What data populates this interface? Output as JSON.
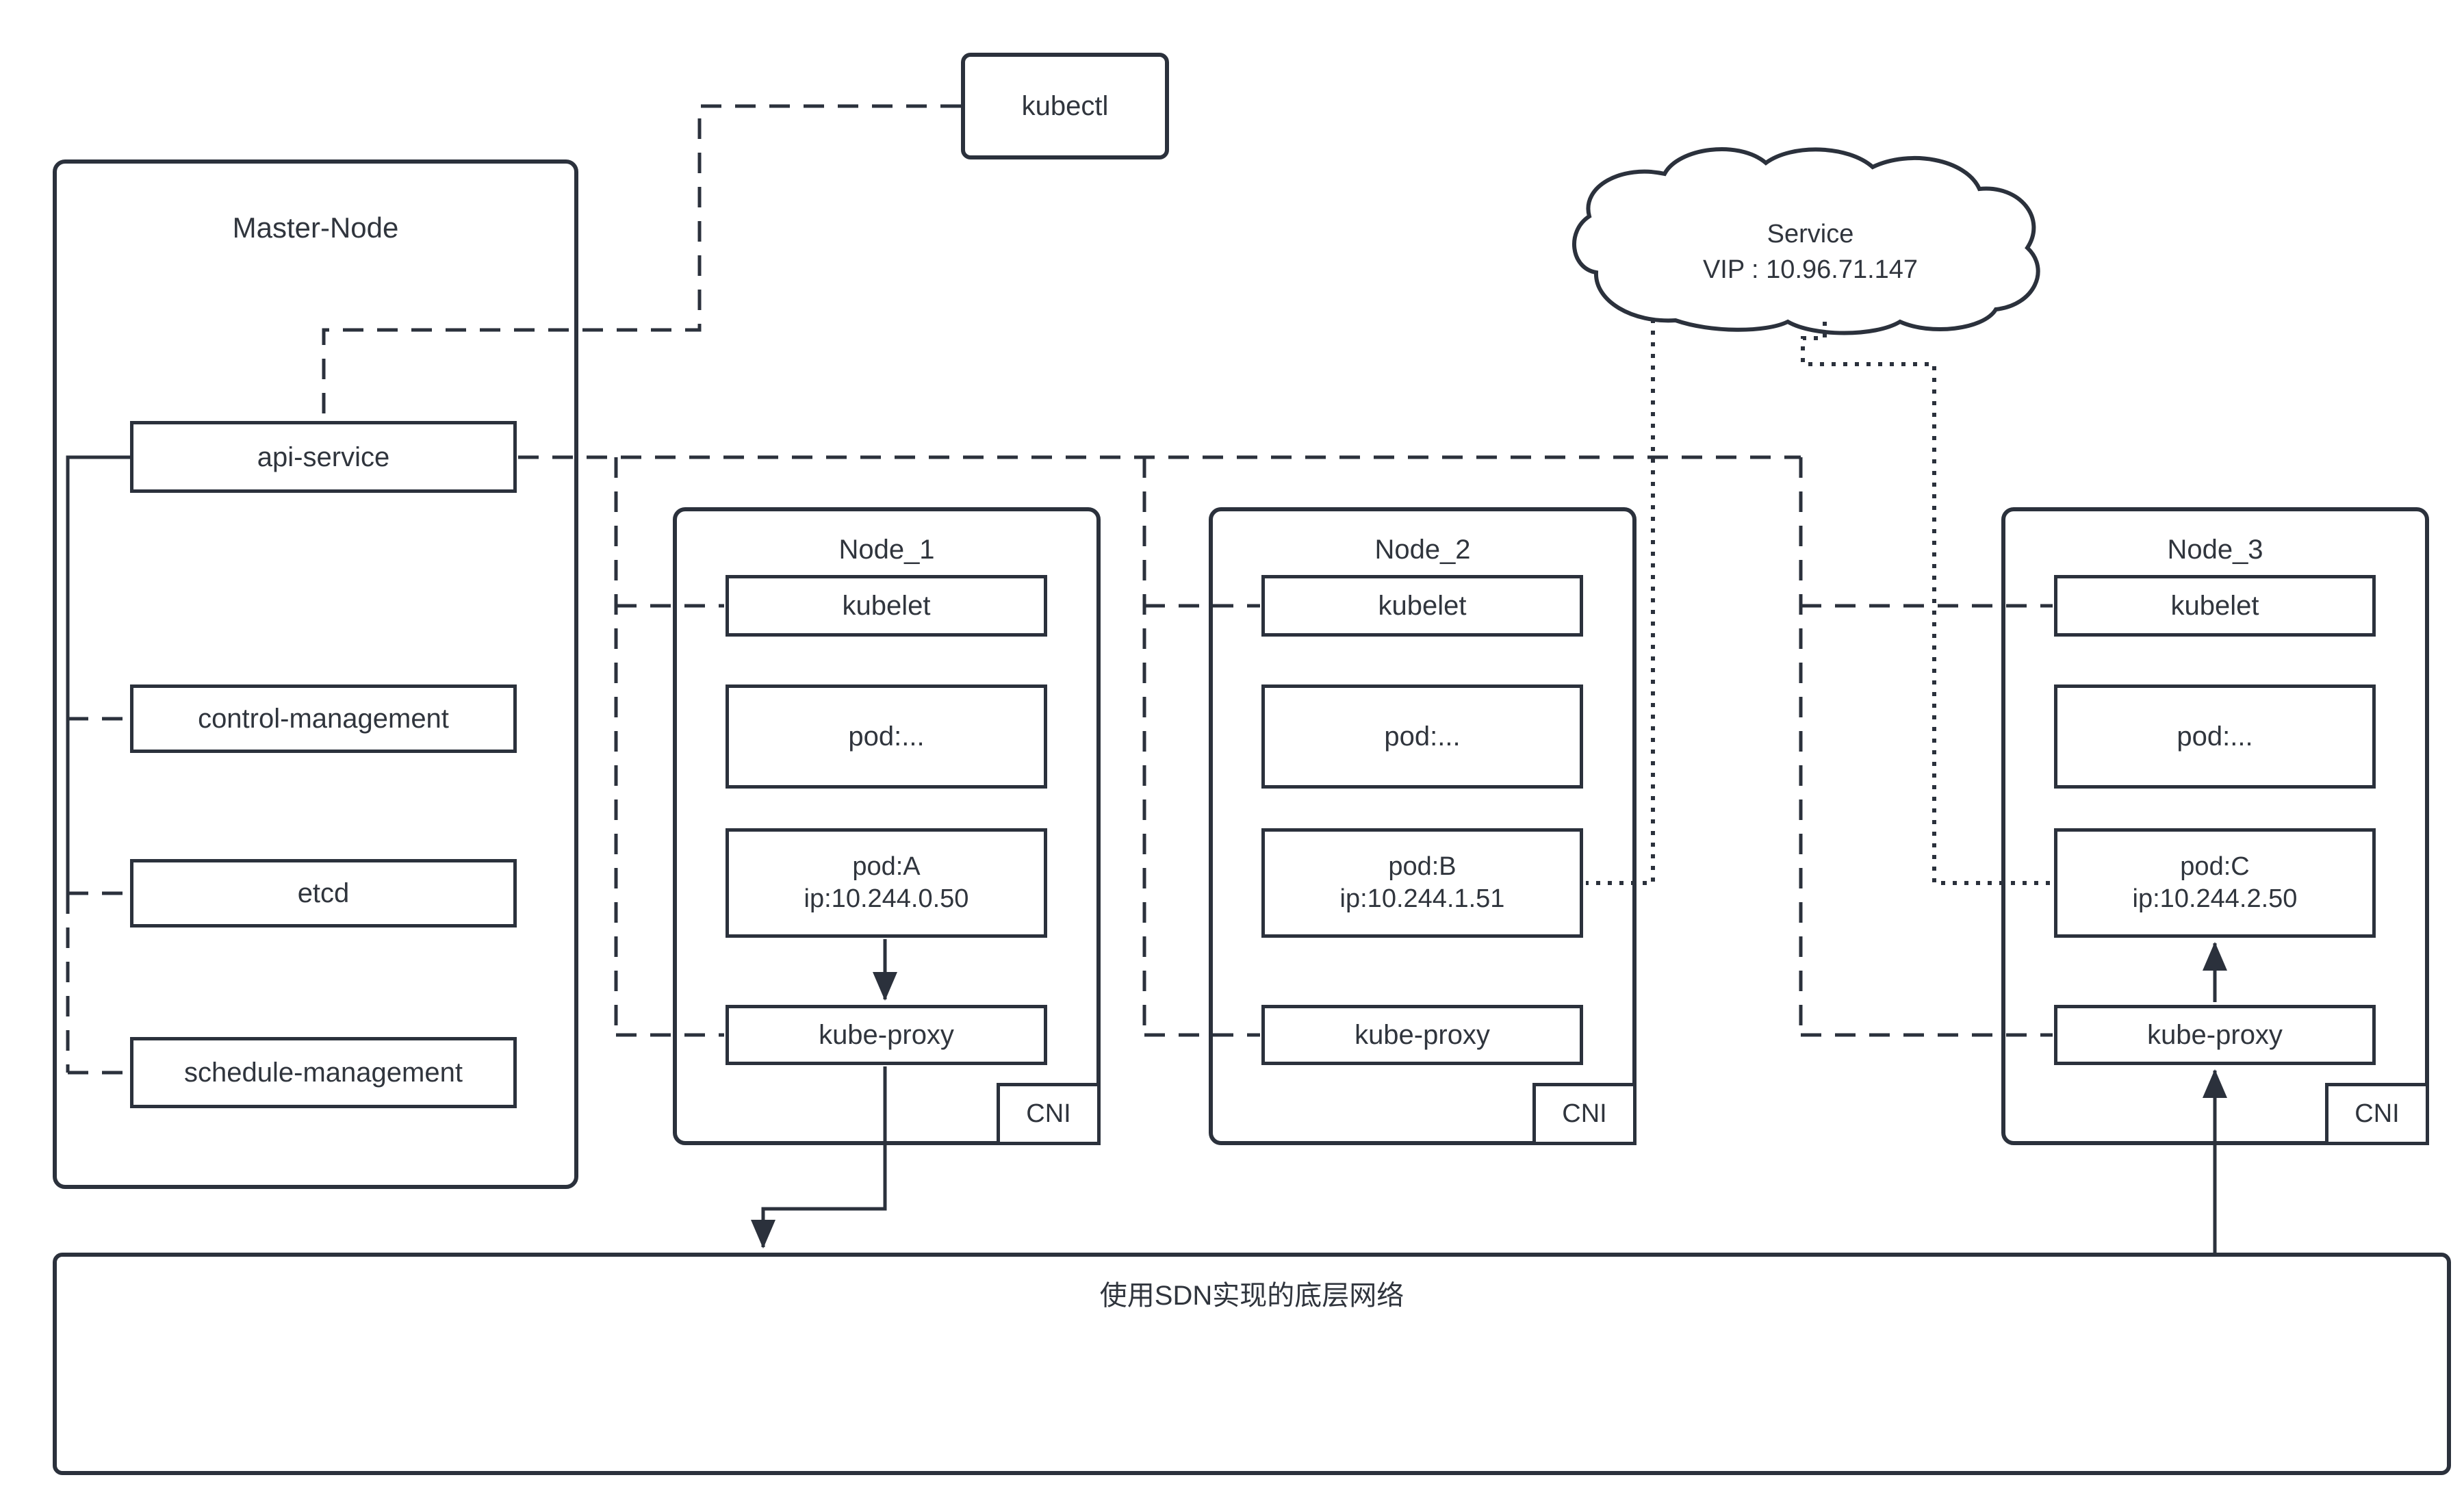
{
  "master": {
    "title": "Master-Node",
    "components": [
      "api-service",
      "control-management",
      "etcd",
      "schedule-management"
    ]
  },
  "kubectl": {
    "label": "kubectl"
  },
  "service": {
    "title": "Service",
    "vip": "VIP : 10.96.71.147"
  },
  "nodes": [
    {
      "title": "Node_1",
      "kubelet": "kubelet",
      "pod_placeholder": "pod:...",
      "pod_label": "pod:A",
      "pod_ip": "ip:10.244.0.50",
      "kube_proxy": "kube-proxy",
      "cni": "CNI"
    },
    {
      "title": "Node_2",
      "kubelet": "kubelet",
      "pod_placeholder": "pod:...",
      "pod_label": "pod:B",
      "pod_ip": "ip:10.244.1.51",
      "kube_proxy": "kube-proxy",
      "cni": "CNI"
    },
    {
      "title": "Node_3",
      "kubelet": "kubelet",
      "pod_placeholder": "pod:...",
      "pod_label": "pod:C",
      "pod_ip": "ip:10.244.2.50",
      "kube_proxy": "kube-proxy",
      "cni": "CNI"
    }
  ],
  "network": {
    "label": "使用SDN实现的底层网络"
  },
  "colors": {
    "line": "#2b313c",
    "background": "#ffffff",
    "text": "#30353d"
  }
}
